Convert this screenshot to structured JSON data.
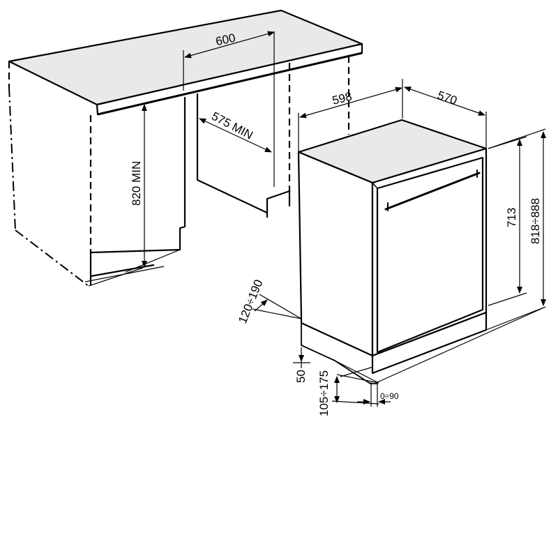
{
  "diagram": {
    "dimensions": {
      "worktop_width": "600",
      "cabinet_height": "820 MIN",
      "cabinet_depth": "575 MIN",
      "appliance_width": "598",
      "appliance_depth": "570",
      "appliance_height": "713",
      "overall_height": "818÷888",
      "door_projection": "120÷190",
      "door_gap": "50",
      "plinth_height": "105÷175",
      "plinth_offset": "0÷90"
    }
  }
}
